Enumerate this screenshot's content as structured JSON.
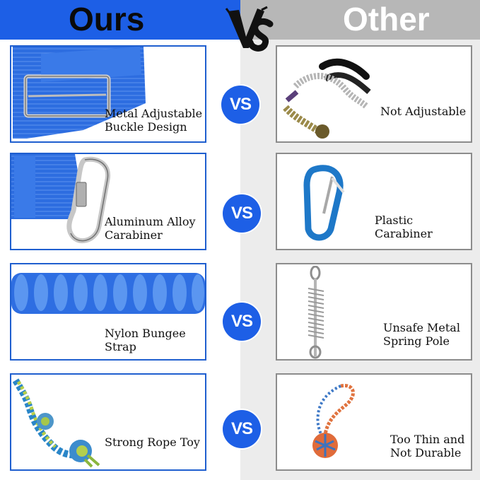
{
  "header": {
    "ours_title": "Ours",
    "other_title": "Other",
    "vs_logo": "VS"
  },
  "comparison": [
    {
      "ours_label": "Metal Adjustable\nBuckle Design",
      "other_label": "Not Adjustable",
      "vs_label": "VS"
    },
    {
      "ours_label": "Aluminum Alloy\nCarabiner",
      "other_label": "Plastic Carabiner",
      "vs_label": "VS"
    },
    {
      "ours_label": "Nylon Bungee\nStrap",
      "other_label": "Unsafe Metal\nSpring Pole",
      "vs_label": "VS"
    },
    {
      "ours_label": "Strong Rope Toy",
      "other_label": "Too Thin and\nNot Durable",
      "vs_label": "VS"
    }
  ],
  "colors": {
    "ours_header": "#1d5fe6",
    "other_header": "#b7b7b7",
    "right_background": "#ececec",
    "ours_border": "#1f5fcf",
    "other_border": "#8c8c8c",
    "vs_badge": "#1d5fe6"
  }
}
